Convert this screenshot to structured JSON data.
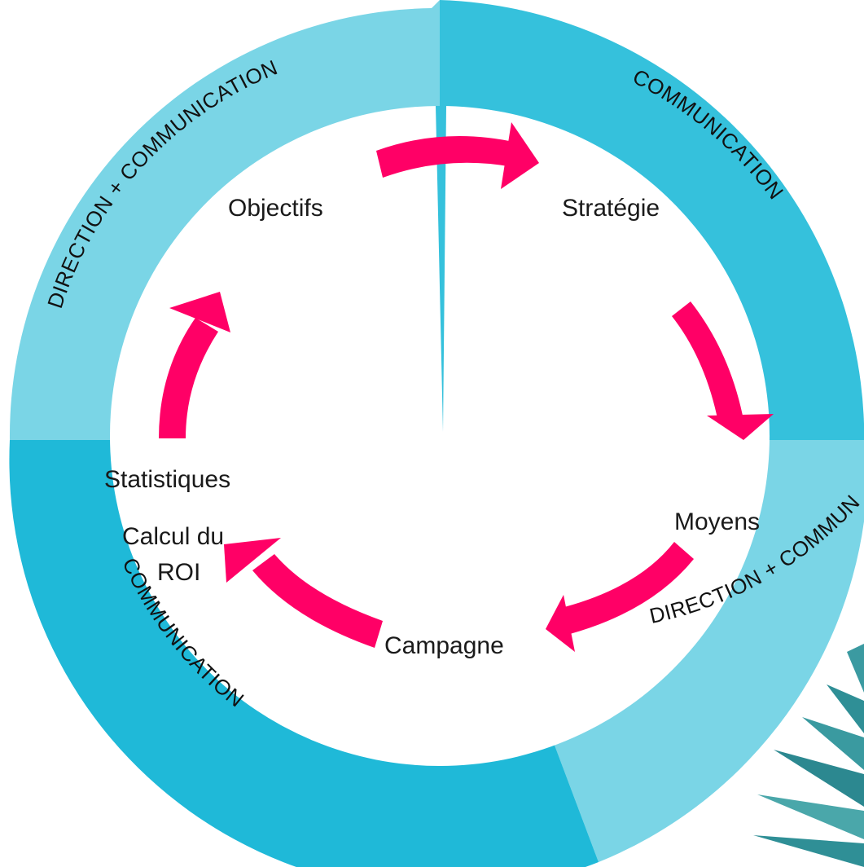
{
  "colors": {
    "ring_light": "#7ad5e6",
    "ring_dark": "#35c1dc",
    "ring_dark2": "#1fb9d8",
    "arrow": "#ff0066",
    "inner": "#ffffff",
    "leaf": "#2f8f96"
  },
  "ring_segments": [
    {
      "label": "DIRECTION + COMMUNICATION",
      "tone": "light"
    },
    {
      "label": "COMMUNICATION",
      "tone": "dark"
    },
    {
      "label": "DIRECTION + COMMUNICATION",
      "tone": "light"
    },
    {
      "label": "COMMUNICATION",
      "tone": "dark2"
    }
  ],
  "steps": {
    "objectifs": "Objectifs",
    "strategie": "Stratégie",
    "moyens": "Moyens",
    "campagne": "Campagne",
    "statistiques": "Statistiques",
    "calcul_line1": "Calcul du",
    "calcul_line2": "ROI"
  },
  "decoration": {
    "icon": "palm-leaf-icon"
  }
}
